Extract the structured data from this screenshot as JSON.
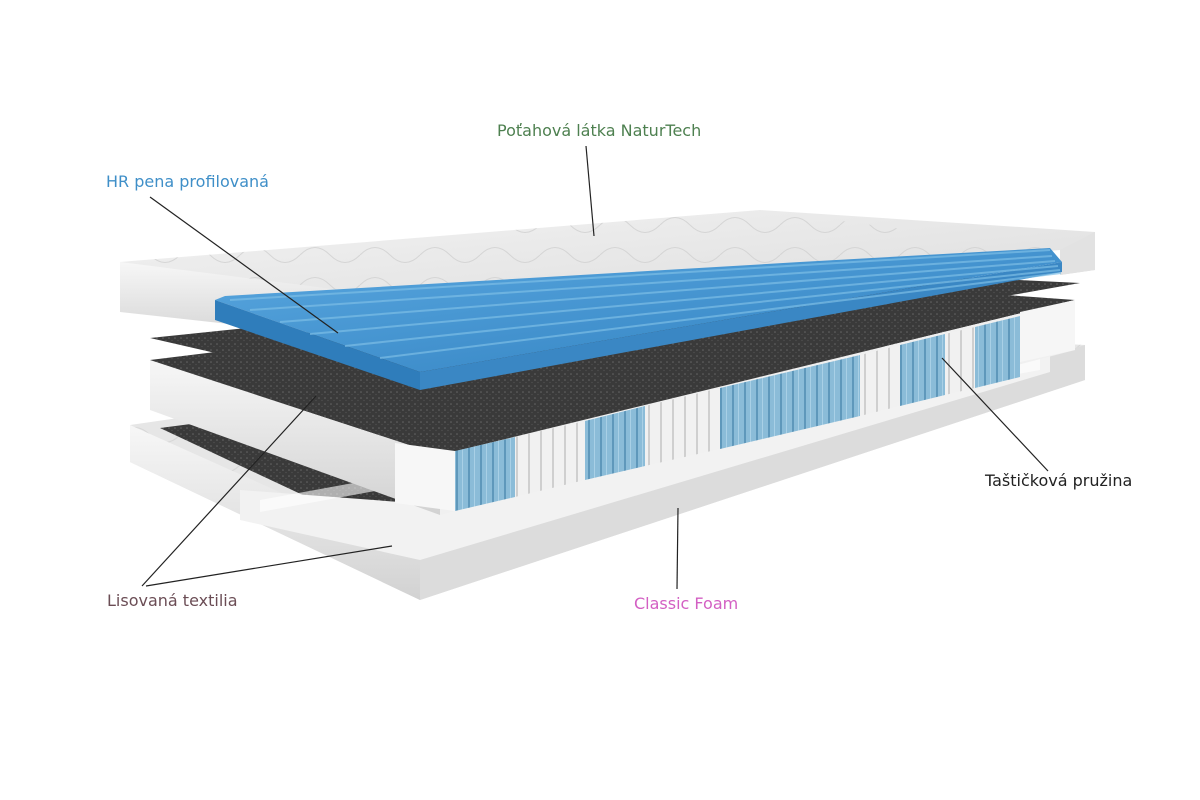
{
  "labels": {
    "cover": {
      "text": "Poťahová látka NaturTech",
      "color": "#4e8050"
    },
    "hr_foam": {
      "text": "HR pena profilovaná",
      "color": "#3f8fc8"
    },
    "pocket_spring": {
      "text": "Taštičková pružina",
      "color": "#222222"
    },
    "pressed_textile": {
      "text": "Lisovaná textilia",
      "color": "#6b4d55"
    },
    "classic_foam": {
      "text": "Classic Foam",
      "color": "#d35fc3"
    }
  },
  "colors": {
    "cover_fabric": "#e9e9e9",
    "hr_foam": "#3d8fcc",
    "felt": "#3a3a3a",
    "spring_blue": "#7fb4d3",
    "spring_white": "#f2f2f2",
    "foam_white": "#f4f4f4",
    "leader_line": "#222222"
  }
}
